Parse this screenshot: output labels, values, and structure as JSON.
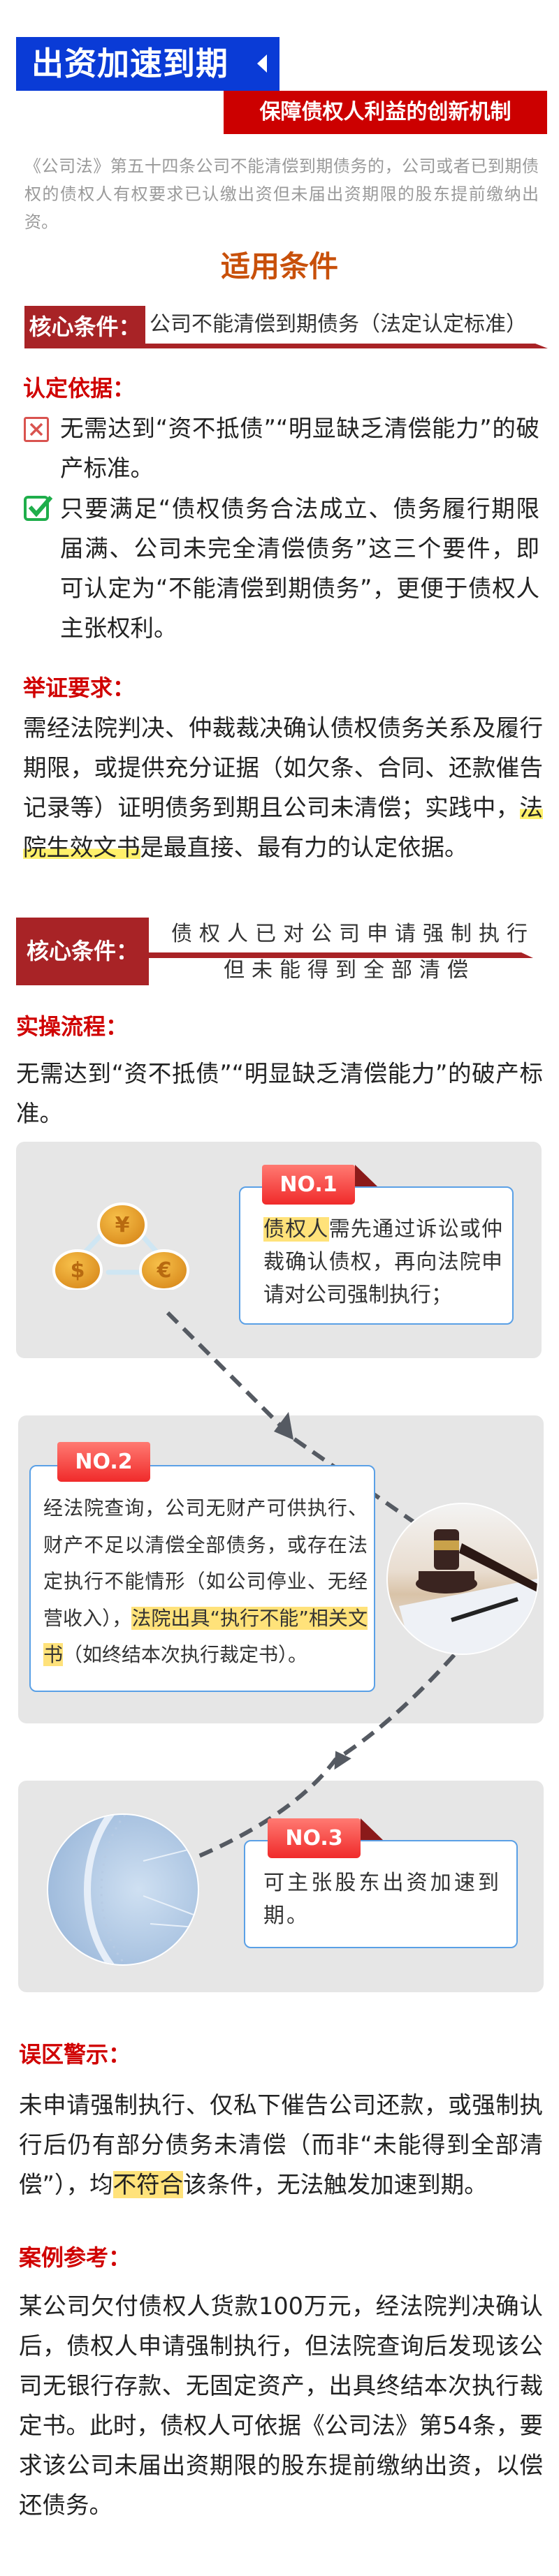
{
  "header": {
    "title": "出资加速到期",
    "subtitle": "保障债权人利益的创新机制",
    "brand_blue": "#0a3bd6",
    "brand_red": "#cc0000"
  },
  "intro": "《公司法》第五十四条公司不能清偿到期债务的，公司或者已到期债权的债权人有权要求已认缴出资但未届出资期限的股东提前缴纳出资。",
  "section_title": "适用条件",
  "condition1": {
    "label": "核心条件：",
    "text": "公司不能清偿到期债务（法定认定标准）"
  },
  "basis": {
    "heading": "认定依据：",
    "items": [
      {
        "icon": "x-box-icon",
        "text": "无需达到“资不抵债”“明显缺乏清偿能力”的破产标准。"
      },
      {
        "icon": "check-box-icon",
        "text": "只要满足“债权债务合法成立、债务履行期限届满、公司未完全清偿债务”这三个要件，即可认定为“不能清偿到期债务”，更便于债权人主张权利。"
      }
    ]
  },
  "proof": {
    "heading": "举证要求：",
    "parts": [
      "需经法院判决、仲裁裁决确认债权债务关系及履行期限，或提供充分证据（如欠条、合同、还款催告记录等）证明债务到期且公司未清偿；实践中，",
      "法院生效文书",
      "是最直接、最有力的认定依据。"
    ]
  },
  "condition2": {
    "label": "核心条件：",
    "line1": "债权人已对公司申请强制执行",
    "line2": "但未能得到全部清偿"
  },
  "process": {
    "heading": "实操流程：",
    "text": "无需达到“资不抵债”“明显缺乏清偿能力”的破产标准。",
    "steps": [
      {
        "badge": "NO.1",
        "icon": "currency-exchange-icon",
        "parts": [
          "债权人",
          "需先通过诉讼或仲裁确认债权，再向法院申请对公司强制执行；"
        ]
      },
      {
        "badge": "NO.2",
        "icon": "gavel-icon",
        "parts": [
          "经法院查询，公司无财产可供执行、财产不足以清偿全部债务，或存在法定执行不能情形（如公司停业、无经营收入），",
          "法院出具“执行不能”相关文书",
          "（如终结本次执行裁定书）。"
        ]
      },
      {
        "badge": "NO.3",
        "icon": "clock-icon",
        "parts": [
          "可主张股东出资加速到期。"
        ]
      }
    ]
  },
  "warning": {
    "heading": "误区警示：",
    "parts": [
      "未申请强制执行、仅私下催告公司还款，或强制执行后仍有部分债务未清偿（而非“未能得到全部清偿”），均",
      "不符合",
      "该条件，无法触发加速到期。"
    ]
  },
  "case": {
    "heading": "案例参考：",
    "text": "某公司欠付债权人货款100万元，经法院判决确认后，债权人申请强制执行，但法院查询后发现该公司无银行存款、无固定资产，出具终结本次执行裁定书。此时，债权人可依据《公司法》第54条，要求该公司未届出资期限的股东提前缴纳出资，以偿还债务。"
  }
}
